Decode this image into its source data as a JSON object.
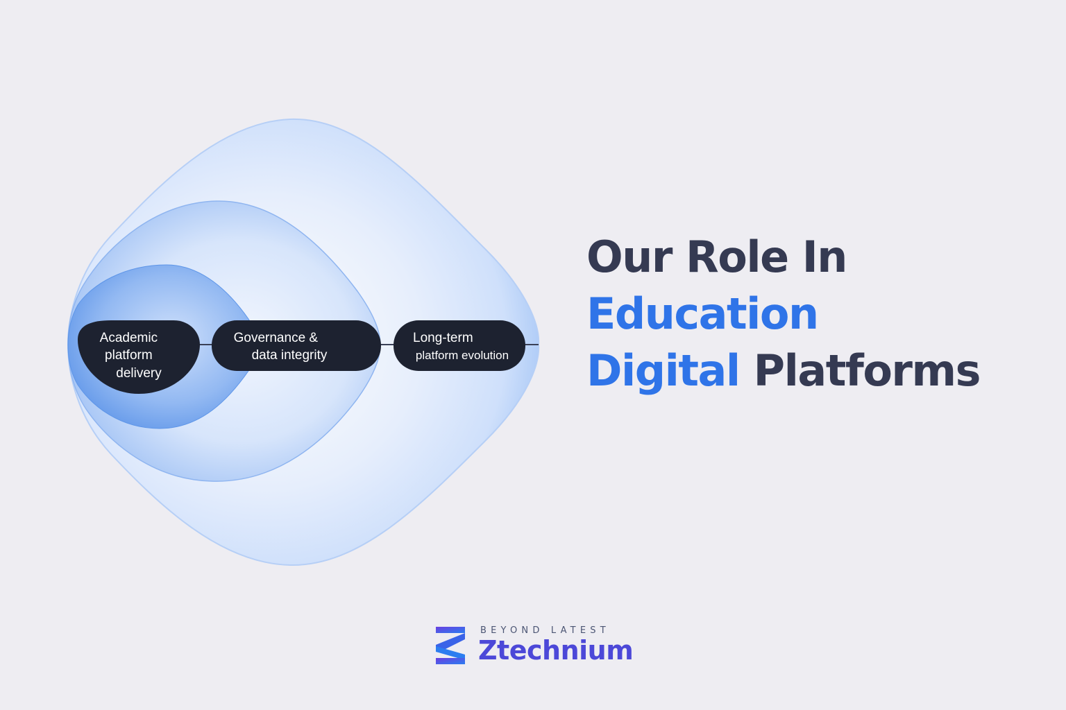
{
  "diagram": {
    "layers": [
      {
        "label": "Academic platform delivery",
        "lines": [
          "Academic",
          "platform",
          "delivery"
        ]
      },
      {
        "label": "Governance & data integrity",
        "lines": [
          "Governance &",
          "data integrity"
        ]
      },
      {
        "label": "Long-term platform evolution",
        "lines": [
          "Long-term",
          "platform evolution"
        ]
      }
    ]
  },
  "headline": {
    "line1": "Our Role In",
    "line2": "Education",
    "line3_accent": "Digital",
    "line3_rest": "Platforms"
  },
  "brand": {
    "tagline": "BEYOND LATEST",
    "name": "Ztechnium",
    "logo_icon": "ztechnium-logo-icon"
  },
  "colors": {
    "background": "#eeedf2",
    "accent_blue": "#2f74e8",
    "heading_dark": "#353a52",
    "pill_dark": "#1d2230",
    "brand_purple": "#4c48d8"
  }
}
